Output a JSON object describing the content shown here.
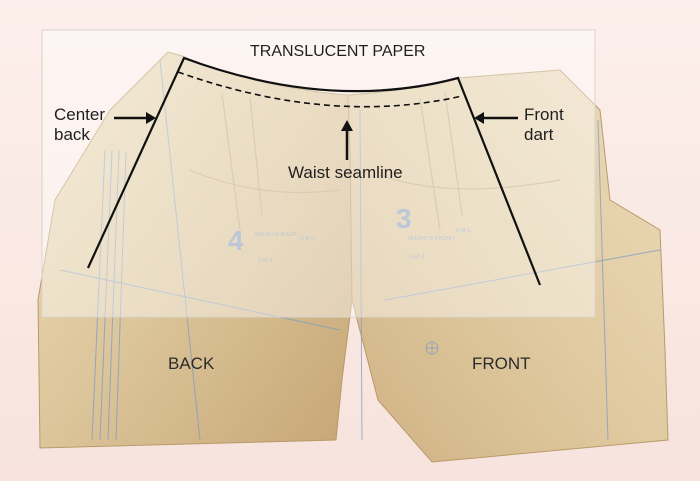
{
  "labels": {
    "translucent_paper": "TRANSLUCENT PAPER",
    "center_back": "Center back",
    "front_dart": "Front dart",
    "waist_seamline": "Waist seamline",
    "back": "BACK",
    "front": "FRONT"
  },
  "pattern_marks": {
    "back_piece_number": "4",
    "front_piece_number": "3",
    "back_caption": "SHORTS BACK",
    "front_caption": "SHORTS FRONT",
    "size_letters": "A B C",
    "cut_text": "Cut 2"
  },
  "colors": {
    "paper_tissue": "#e8d7b6",
    "paper_dark": "#c9ab7d",
    "pattern_print": "#6b8fbf",
    "overlay": "#ffffff",
    "ink": "#1f1f1f"
  }
}
